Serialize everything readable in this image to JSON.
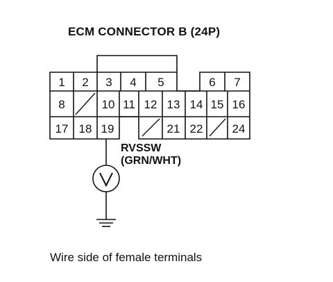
{
  "title": "ECM CONNECTOR B (24P)",
  "connector": {
    "row1": [
      "1",
      "2",
      "3",
      "4",
      "5",
      "",
      "6",
      "7"
    ],
    "row2": [
      "8",
      "/",
      "10",
      "11",
      "12",
      "13",
      "14",
      "15",
      "16"
    ],
    "row3": [
      "17",
      "18",
      "19",
      "",
      "/",
      "21",
      "22",
      "/",
      "24"
    ]
  },
  "wire": {
    "signal": "RVSSW",
    "color": "(GRN/WHT)",
    "terminal": "19"
  },
  "caption": "Wire side of female terminals",
  "colors": {
    "line": "#111111",
    "background": "#ffffff"
  },
  "symbols": [
    "voltmeter-icon",
    "ground-icon"
  ]
}
